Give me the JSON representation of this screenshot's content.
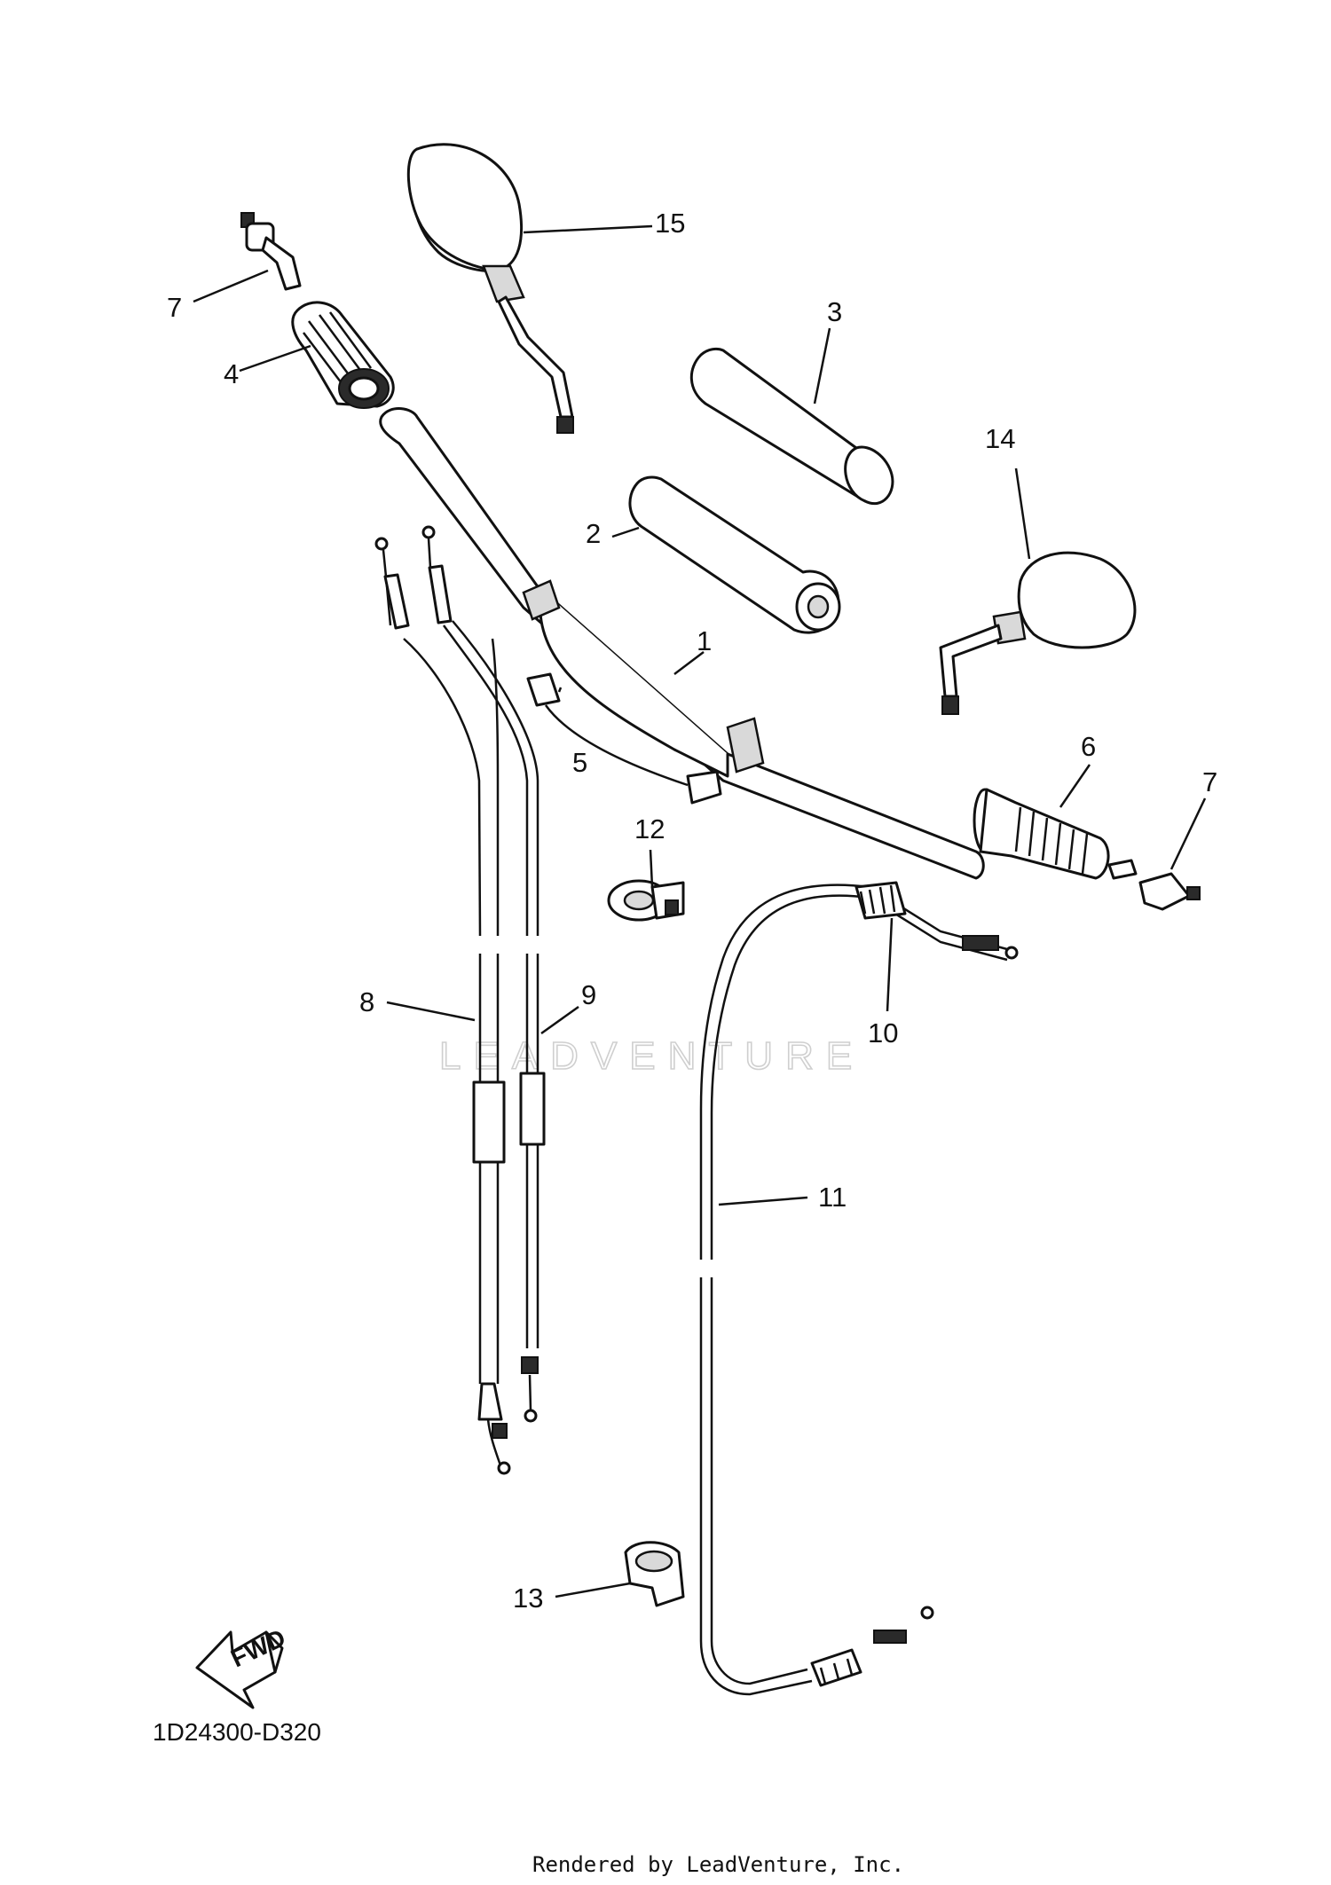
{
  "diagram": {
    "diagram_code": "1D24300-D320",
    "fwd_label": "FWD",
    "watermark": "LEADVENTURE",
    "footer": "Rendered by LeadVenture, Inc.",
    "callouts": [
      {
        "id": "1",
        "label": "1"
      },
      {
        "id": "2",
        "label": "2"
      },
      {
        "id": "3",
        "label": "3"
      },
      {
        "id": "4",
        "label": "4"
      },
      {
        "id": "5",
        "label": "5"
      },
      {
        "id": "6",
        "label": "6"
      },
      {
        "id": "7a",
        "label": "7"
      },
      {
        "id": "7b",
        "label": "7"
      },
      {
        "id": "8",
        "label": "8"
      },
      {
        "id": "9",
        "label": "9"
      },
      {
        "id": "10",
        "label": "10"
      },
      {
        "id": "11",
        "label": "11"
      },
      {
        "id": "12",
        "label": "12"
      },
      {
        "id": "13",
        "label": "13"
      },
      {
        "id": "14",
        "label": "14"
      },
      {
        "id": "15",
        "label": "15"
      }
    ]
  }
}
